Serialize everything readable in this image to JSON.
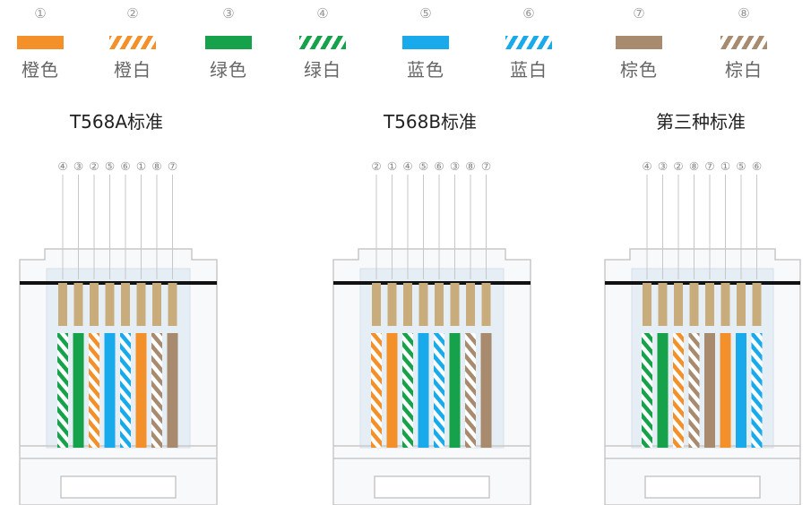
{
  "colors": {
    "orange": "#f39029",
    "green": "#16a24a",
    "blue": "#19aaeb",
    "brown": "#a88a6e",
    "white": "#ffffff",
    "copper": "#c9ac7c",
    "outline": "#c8c8c8",
    "text": "#222222",
    "legend_text": "#666666",
    "number_text": "#9a9a9a",
    "plug_fill": "#f7f9fb",
    "inner_fill": "#e6eef5",
    "black_band": "#111111"
  },
  "legend": [
    {
      "num": "①",
      "label": "橙色",
      "color": "orange",
      "striped": false
    },
    {
      "num": "②",
      "label": "橙白",
      "color": "orange",
      "striped": true
    },
    {
      "num": "③",
      "label": "绿色",
      "color": "green",
      "striped": false
    },
    {
      "num": "④",
      "label": "绿白",
      "color": "green",
      "striped": true
    },
    {
      "num": "⑤",
      "label": "蓝色",
      "color": "blue",
      "striped": false
    },
    {
      "num": "⑥",
      "label": "蓝白",
      "color": "blue",
      "striped": true
    },
    {
      "num": "⑦",
      "label": "棕色",
      "color": "brown",
      "striped": false
    },
    {
      "num": "⑧",
      "label": "棕白",
      "color": "brown",
      "striped": true
    }
  ],
  "standards": [
    {
      "title": "T568A标准",
      "order": [
        "④",
        "③",
        "②",
        "⑤",
        "⑥",
        "①",
        "⑧",
        "⑦"
      ]
    },
    {
      "title": "T568B标准",
      "order": [
        "②",
        "①",
        "④",
        "⑤",
        "⑥",
        "③",
        "⑧",
        "⑦"
      ]
    },
    {
      "title": "第三种标准",
      "order": [
        "④",
        "③",
        "②",
        "⑧",
        "⑦",
        "①",
        "⑤",
        "⑥"
      ]
    }
  ]
}
